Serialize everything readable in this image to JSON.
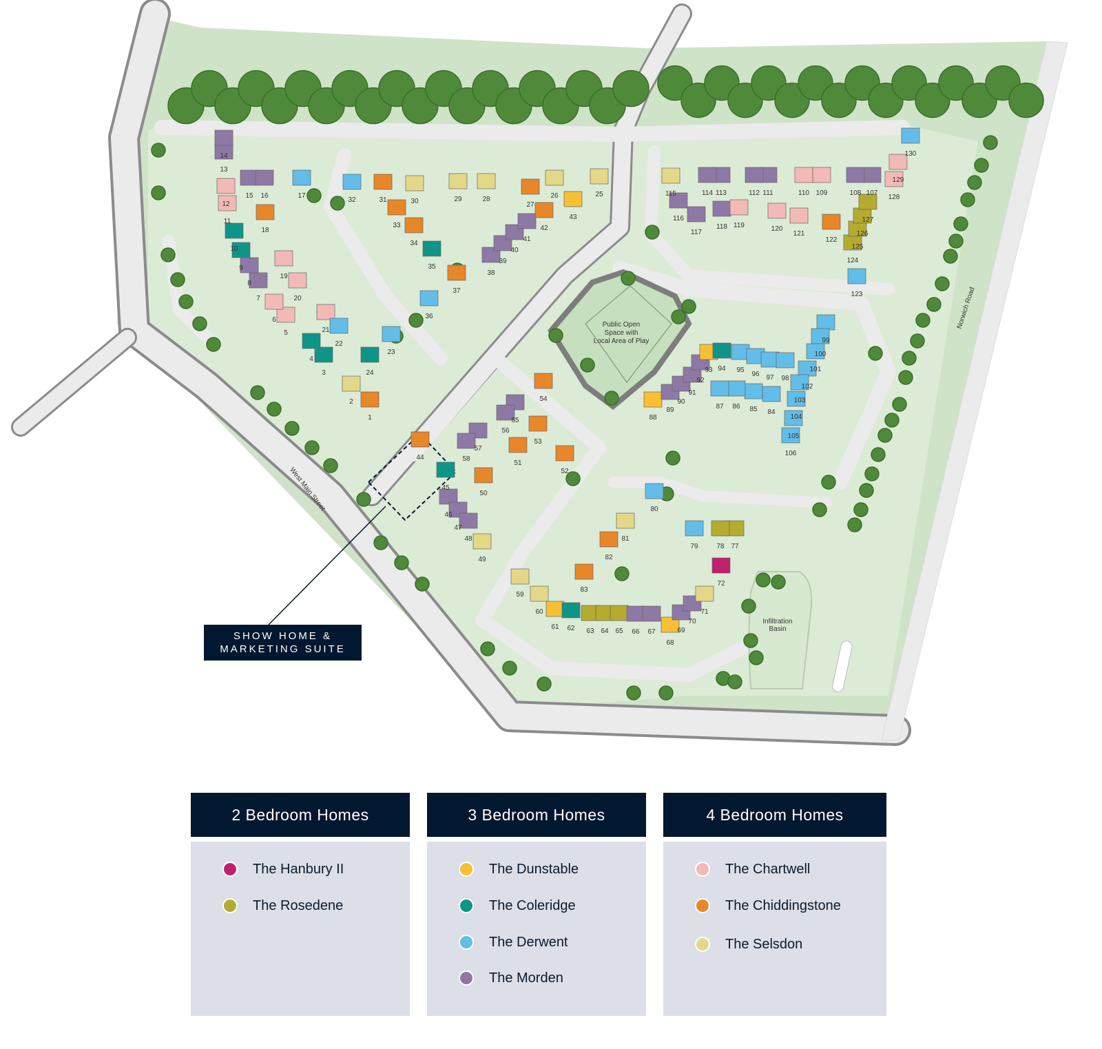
{
  "map": {
    "labels": {
      "open_space": [
        "Public Open",
        "Space with",
        "Local Area of Play"
      ],
      "basin": [
        "Infiltration",
        "Basin"
      ],
      "west_main_street": "West Main Street",
      "norwich_road": "Norwich Road"
    },
    "show_home": [
      "SHOW HOME &",
      "MARKETING SUITE"
    ],
    "plots": [
      {
        "n": "1",
        "type": "chiddingstone"
      },
      {
        "n": "2",
        "type": "selsdon"
      },
      {
        "n": "3",
        "type": "coleridge"
      },
      {
        "n": "4",
        "type": "coleridge"
      },
      {
        "n": "5",
        "type": "chartwell"
      },
      {
        "n": "6",
        "type": "chartwell"
      },
      {
        "n": "7",
        "type": "morden"
      },
      {
        "n": "8",
        "type": "morden"
      },
      {
        "n": "9",
        "type": "coleridge"
      },
      {
        "n": "10",
        "type": "coleridge"
      },
      {
        "n": "11",
        "type": "chartwell"
      },
      {
        "n": "12",
        "type": "chartwell"
      },
      {
        "n": "13",
        "type": "morden"
      },
      {
        "n": "14",
        "type": "morden"
      },
      {
        "n": "15",
        "type": "morden"
      },
      {
        "n": "16",
        "type": "morden"
      },
      {
        "n": "17",
        "type": "derwent"
      },
      {
        "n": "18",
        "type": "chiddingstone"
      },
      {
        "n": "19",
        "type": "chartwell"
      },
      {
        "n": "20",
        "type": "chartwell"
      },
      {
        "n": "21",
        "type": "chartwell"
      },
      {
        "n": "22",
        "type": "derwent"
      },
      {
        "n": "23",
        "type": "derwent"
      },
      {
        "n": "24",
        "type": "coleridge"
      },
      {
        "n": "25",
        "type": "selsdon"
      },
      {
        "n": "26",
        "type": "selsdon"
      },
      {
        "n": "27",
        "type": "chiddingstone"
      },
      {
        "n": "28",
        "type": "selsdon"
      },
      {
        "n": "29",
        "type": "selsdon"
      },
      {
        "n": "30",
        "type": "selsdon"
      },
      {
        "n": "31",
        "type": "chiddingstone"
      },
      {
        "n": "32",
        "type": "derwent"
      },
      {
        "n": "33",
        "type": "chiddingstone"
      },
      {
        "n": "34",
        "type": "chiddingstone"
      },
      {
        "n": "35",
        "type": "coleridge"
      },
      {
        "n": "36",
        "type": "derwent"
      },
      {
        "n": "37",
        "type": "chiddingstone"
      },
      {
        "n": "38",
        "type": "morden"
      },
      {
        "n": "39",
        "type": "morden"
      },
      {
        "n": "40",
        "type": "morden"
      },
      {
        "n": "41",
        "type": "morden"
      },
      {
        "n": "42",
        "type": "chiddingstone"
      },
      {
        "n": "43",
        "type": "dunstable"
      },
      {
        "n": "44",
        "type": "chiddingstone"
      },
      {
        "n": "45",
        "type": "coleridge"
      },
      {
        "n": "46",
        "type": "morden"
      },
      {
        "n": "47",
        "type": "morden"
      },
      {
        "n": "48",
        "type": "morden"
      },
      {
        "n": "49",
        "type": "selsdon"
      },
      {
        "n": "50",
        "type": "chiddingstone"
      },
      {
        "n": "51",
        "type": "chiddingstone"
      },
      {
        "n": "52",
        "type": "chiddingstone"
      },
      {
        "n": "53",
        "type": "chiddingstone"
      },
      {
        "n": "54",
        "type": "chiddingstone"
      },
      {
        "n": "55",
        "type": "morden"
      },
      {
        "n": "56",
        "type": "morden"
      },
      {
        "n": "57",
        "type": "morden"
      },
      {
        "n": "58",
        "type": "morden"
      },
      {
        "n": "59",
        "type": "selsdon"
      },
      {
        "n": "60",
        "type": "selsdon"
      },
      {
        "n": "61",
        "type": "dunstable"
      },
      {
        "n": "62",
        "type": "coleridge"
      },
      {
        "n": "63",
        "type": "rosedene"
      },
      {
        "n": "64",
        "type": "rosedene"
      },
      {
        "n": "65",
        "type": "rosedene"
      },
      {
        "n": "66",
        "type": "morden"
      },
      {
        "n": "67",
        "type": "morden"
      },
      {
        "n": "68",
        "type": "dunstable"
      },
      {
        "n": "69",
        "type": "morden"
      },
      {
        "n": "70",
        "type": "morden"
      },
      {
        "n": "71",
        "type": "selsdon"
      },
      {
        "n": "72",
        "type": "hanbury"
      },
      {
        "n": "77",
        "type": "rosedene"
      },
      {
        "n": "78",
        "type": "rosedene"
      },
      {
        "n": "79",
        "type": "derwent"
      },
      {
        "n": "80",
        "type": "derwent"
      },
      {
        "n": "81",
        "type": "selsdon"
      },
      {
        "n": "82",
        "type": "chiddingstone"
      },
      {
        "n": "83",
        "type": "chiddingstone"
      },
      {
        "n": "84",
        "type": "derwent"
      },
      {
        "n": "85",
        "type": "derwent"
      },
      {
        "n": "86",
        "type": "derwent"
      },
      {
        "n": "87",
        "type": "derwent"
      },
      {
        "n": "88",
        "type": "dunstable"
      },
      {
        "n": "89",
        "type": "morden"
      },
      {
        "n": "90",
        "type": "morden"
      },
      {
        "n": "91",
        "type": "morden"
      },
      {
        "n": "92",
        "type": "morden"
      },
      {
        "n": "93",
        "type": "dunstable"
      },
      {
        "n": "94",
        "type": "coleridge"
      },
      {
        "n": "95",
        "type": "derwent"
      },
      {
        "n": "96",
        "type": "derwent"
      },
      {
        "n": "97",
        "type": "derwent"
      },
      {
        "n": "98",
        "type": "derwent"
      },
      {
        "n": "99",
        "type": "derwent"
      },
      {
        "n": "100",
        "type": "derwent"
      },
      {
        "n": "101",
        "type": "derwent"
      },
      {
        "n": "102",
        "type": "derwent"
      },
      {
        "n": "103",
        "type": "derwent"
      },
      {
        "n": "104",
        "type": "derwent"
      },
      {
        "n": "105",
        "type": "derwent"
      },
      {
        "n": "106",
        "type": "derwent"
      },
      {
        "n": "107",
        "type": "morden"
      },
      {
        "n": "108",
        "type": "morden"
      },
      {
        "n": "109",
        "type": "chartwell"
      },
      {
        "n": "110",
        "type": "chartwell"
      },
      {
        "n": "111",
        "type": "morden"
      },
      {
        "n": "112",
        "type": "morden"
      },
      {
        "n": "113",
        "type": "morden"
      },
      {
        "n": "114",
        "type": "morden"
      },
      {
        "n": "115",
        "type": "selsdon"
      },
      {
        "n": "116",
        "type": "morden"
      },
      {
        "n": "117",
        "type": "morden"
      },
      {
        "n": "118",
        "type": "morden"
      },
      {
        "n": "119",
        "type": "chartwell"
      },
      {
        "n": "120",
        "type": "chartwell"
      },
      {
        "n": "121",
        "type": "chartwell"
      },
      {
        "n": "122",
        "type": "chiddingstone"
      },
      {
        "n": "123",
        "type": "derwent"
      },
      {
        "n": "124",
        "type": "rosedene"
      },
      {
        "n": "125",
        "type": "rosedene"
      },
      {
        "n": "126",
        "type": "rosedene"
      },
      {
        "n": "127",
        "type": "rosedene"
      },
      {
        "n": "128",
        "type": "chartwell"
      },
      {
        "n": "129",
        "type": "chartwell"
      },
      {
        "n": "130",
        "type": "derwent"
      }
    ]
  },
  "house_colors": {
    "hanbury": "#c0206e",
    "rosedene": "#b5ab2e",
    "dunstable": "#f7c034",
    "coleridge": "#0f9488",
    "derwent": "#62bde8",
    "morden": "#8e78a5",
    "chartwell": "#f3b9b6",
    "chiddingstone": "#e8862a",
    "selsdon": "#e4d888"
  },
  "legend": [
    {
      "title": "2 Bedroom Homes",
      "items": [
        {
          "label": "The Hanbury II",
          "color": "#c0206e"
        },
        {
          "label": "The Rosedene",
          "color": "#b5ab2e"
        }
      ]
    },
    {
      "title": "3 Bedroom Homes",
      "items": [
        {
          "label": "The Dunstable",
          "color": "#f7c034"
        },
        {
          "label": "The Coleridge",
          "color": "#0f9488"
        },
        {
          "label": "The Derwent",
          "color": "#62bde8"
        },
        {
          "label": "The Morden",
          "color": "#8e78a5"
        }
      ]
    },
    {
      "title": "4 Bedroom Homes",
      "items": [
        {
          "label": "The Chartwell",
          "color": "#f3b9b6"
        },
        {
          "label": "The Chiddingstone",
          "color": "#e8862a"
        },
        {
          "label": "The Selsdon",
          "color": "#e4d888"
        }
      ]
    }
  ]
}
